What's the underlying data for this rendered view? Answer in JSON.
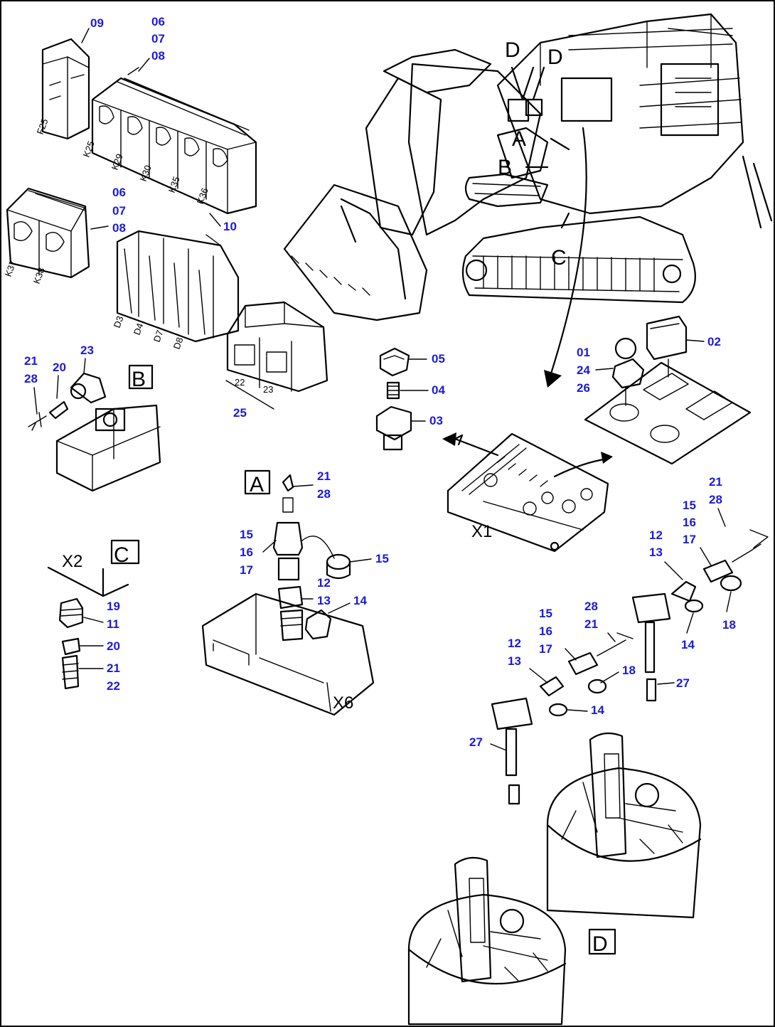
{
  "callouts": {
    "relay": {
      "n09": "09",
      "n06": "06",
      "n07": "07",
      "n08": "08",
      "n10": "10"
    },
    "relay2": {
      "n06": "06",
      "n07": "07",
      "n08": "08"
    },
    "viewB": {
      "n21": "21",
      "n28": "28",
      "n20": "20",
      "n23": "23"
    },
    "diodes": {
      "n25": "25"
    },
    "switch": {
      "n05": "05",
      "n04": "04",
      "n03": "03"
    },
    "panel": {
      "n01": "01",
      "n24": "24",
      "n26": "26",
      "n02": "02"
    },
    "viewA": {
      "n21": "21",
      "n28": "28",
      "n15a": "15",
      "n16": "16",
      "n17": "17",
      "n15b": "15",
      "n12": "12",
      "n13": "13",
      "n14": "14"
    },
    "viewC": {
      "n19": "19",
      "n11": "11",
      "n20": "20",
      "n21": "21",
      "n22": "22"
    },
    "viewD1": {
      "n21": "21",
      "n28": "28",
      "n15": "15",
      "n16": "16",
      "n17": "17",
      "n12": "12",
      "n13": "13",
      "n18": "18",
      "n14": "14",
      "n27": "27"
    },
    "viewD2": {
      "n15": "15",
      "n16": "16",
      "n17": "17",
      "n28": "28",
      "n21": "21",
      "n12": "12",
      "n13": "13",
      "n18": "18",
      "n14": "14",
      "n27": "27"
    }
  },
  "view_letters": {
    "machine_d1": "D",
    "machine_d2": "D",
    "machine_a": "A",
    "machine_b": "B",
    "machine_c": "C",
    "box_b": "B",
    "box_a": "A",
    "box_c": "C",
    "box_d": "D"
  },
  "connectors": {
    "x1": "X1",
    "x2": "X2",
    "x6": "X6"
  },
  "component_labels": {
    "f_block": "F25",
    "k_row": [
      "K25",
      "K29",
      "K30",
      "K35",
      "K36"
    ],
    "k_left": [
      "K37",
      "K38"
    ],
    "d_row": [
      "D3",
      "D4",
      "D7",
      "D8"
    ],
    "diode_row": [
      "22",
      "23"
    ]
  },
  "colors": {
    "callout": "#1a1adb",
    "ink": "#000000"
  }
}
